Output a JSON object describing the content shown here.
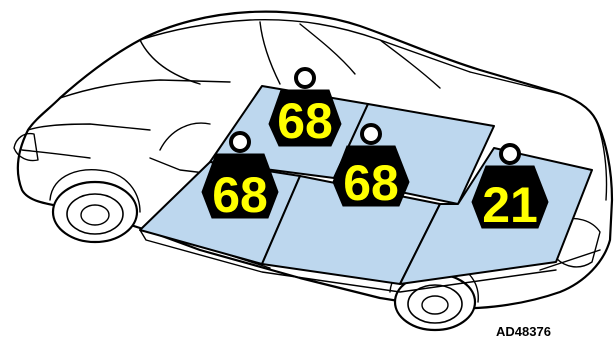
{
  "figure": {
    "reference_code": "AD48376",
    "colors": {
      "panel_fill": "#bdd7ee",
      "weight_label": "#ffff00",
      "weight_body": "#000000"
    }
  },
  "weights": [
    {
      "label": "68",
      "position": "rear-left seat"
    },
    {
      "label": "68",
      "position": "front-left seat"
    },
    {
      "label": "68",
      "position": "front-right seat"
    },
    {
      "label": "21",
      "position": "cargo area"
    }
  ]
}
